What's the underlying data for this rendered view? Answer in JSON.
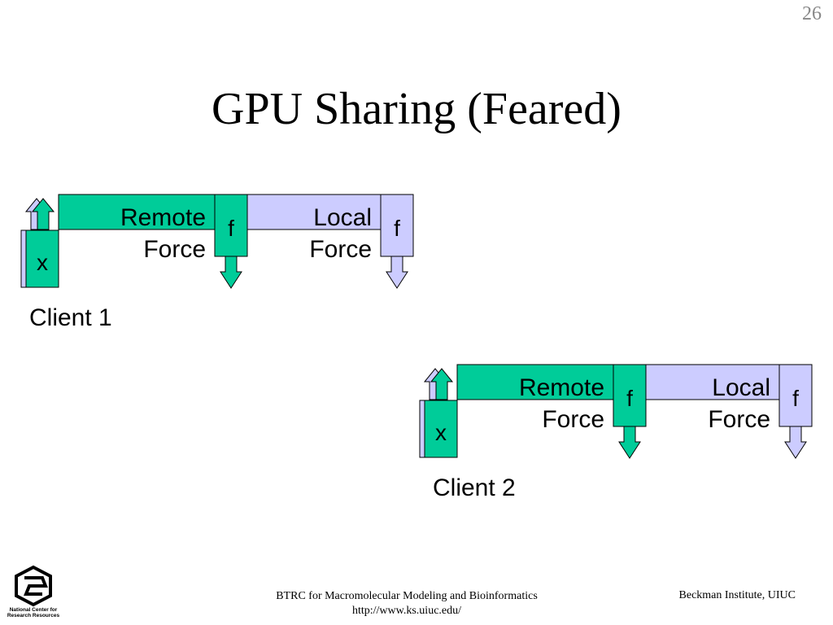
{
  "slide": {
    "page_number": "26",
    "title": "GPU Sharing (Feared)"
  },
  "clients": [
    {
      "name": "Client 1",
      "x_label": "x",
      "remote": [
        "Remote",
        "Force"
      ],
      "local": [
        "Local",
        "Force"
      ],
      "f_remote": "f",
      "f_local": "f"
    },
    {
      "name": "Client 2",
      "x_label": "x",
      "remote": [
        "Remote",
        "Force"
      ],
      "local": [
        "Local",
        "Force"
      ],
      "f_remote": "f",
      "f_local": "f"
    }
  ],
  "footer": {
    "center_line1": "BTRC for Macromolecular Modeling and Bioinformatics",
    "center_line2": "http://www.ks.uiuc.edu/",
    "right": "Beckman Institute, UIUC",
    "logo_text_line1": "National Center for",
    "logo_text_line2": "Research Resources"
  },
  "colors": {
    "remote_green": "#00cc99",
    "local_lavender": "#ccccff",
    "outline": "#000000"
  }
}
